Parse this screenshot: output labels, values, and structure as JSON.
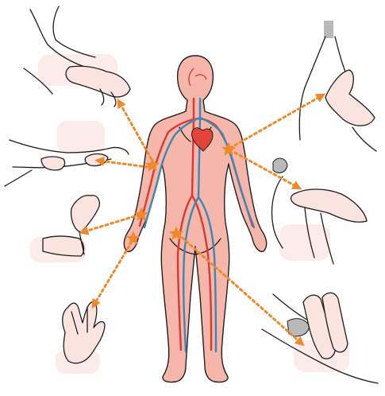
{
  "colors": {
    "skin": "#f6b6aa",
    "skin_outline": "#1f1f1f",
    "artery": "#d63a33",
    "vein": "#3f86b5",
    "heart": "#e2443a",
    "arrow": "#ee8a2c",
    "star": "#ee8a2c",
    "hand_fill": "#fbe4df",
    "tissue_gray": "#b9b9b9"
  },
  "figure": {
    "name": "human-body-circulatory-system"
  },
  "pulse_points": [
    {
      "id": "carotid",
      "target": "neck-inset-top-right"
    },
    {
      "id": "subclavian",
      "target": "shoulder-inset-right"
    },
    {
      "id": "brachial",
      "target": "upper-arm-inset-left"
    },
    {
      "id": "radial",
      "target": "wrist-inset-left"
    },
    {
      "id": "ulnar",
      "target": "fingers-inset-bottom-left"
    },
    {
      "id": "femoral",
      "target": "thigh-inset-bottom-right"
    },
    {
      "id": "elbow",
      "target": "forearm-inset-top-left"
    }
  ],
  "insets": [
    "forearm-pressure-inset",
    "upper-arm-grip-inset",
    "wrist-pulse-inset",
    "fingers-inset",
    "neck-pressure-inset",
    "shoulder-pressure-inset",
    "thigh-pressure-inset"
  ]
}
